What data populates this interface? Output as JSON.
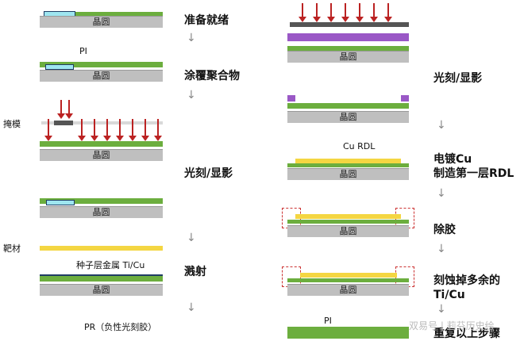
{
  "wafer_label": "晶圆",
  "left_steps": [
    "准备就绪",
    "涂覆聚合物",
    "光刻/显影",
    "溅射"
  ],
  "right_steps": [
    "光刻/显影",
    "电镀Cu\n制造第一层RDL",
    "除胶",
    "刻蚀掉多余的\nTi/Cu",
    "重复以上步骤"
  ],
  "labels": {
    "pi": "PI",
    "mask": "掩模",
    "target": "靶材",
    "seed": "种子层金属 Ti/Cu",
    "pr": "PR（负性光刻胶）",
    "cu_rdl": "Cu RDL",
    "pi_right": "PI"
  },
  "watermark": "双易号 | 莉芬历史绘",
  "colors": {
    "wafer": "#bfbfbf",
    "green": "#6cae3e",
    "navy": "#1f3c64",
    "cyan": "#9ee6f0",
    "yellow": "#f4d642",
    "purple": "#9a58c6",
    "red": "#b22222"
  }
}
